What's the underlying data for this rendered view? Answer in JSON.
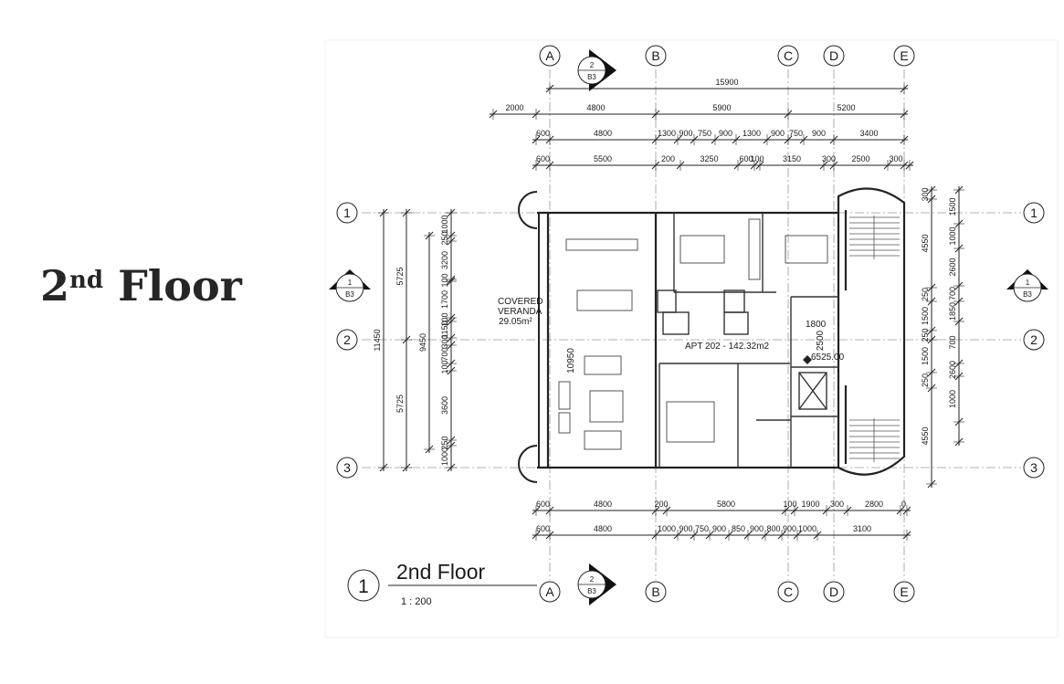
{
  "heading": {
    "number": "2",
    "suffix": "nd",
    "word": "Floor"
  },
  "grid": {
    "cols": [
      "A",
      "B",
      "C",
      "D",
      "E"
    ],
    "rows": [
      "1",
      "2",
      "3"
    ]
  },
  "section_marker": {
    "number": "2",
    "sheet": "B3"
  },
  "side_marker": {
    "number": "1",
    "sheet": "B3"
  },
  "top_dims": {
    "overall": "15900",
    "row1": [
      "2000",
      "4800",
      "5900",
      "5200"
    ],
    "row2": [
      "600",
      "4800",
      "1300",
      "900",
      "750",
      "900",
      "1300",
      "900",
      "750",
      "900",
      "3400"
    ],
    "row3": [
      "600",
      "5500",
      "200",
      "3250",
      "600",
      "100",
      "3150",
      "300",
      "2500",
      "300"
    ]
  },
  "bottom_dims": {
    "row1": [
      "600",
      "4800",
      "200",
      "5800",
      "100",
      "1900",
      "300",
      "2800",
      "0"
    ],
    "row2": [
      "600",
      "4800",
      "1000",
      "900",
      "750",
      "900",
      "850",
      "900",
      "800",
      "900",
      "1000",
      "3100"
    ]
  },
  "left_dims": {
    "overall": "11450",
    "halves": [
      "5725",
      "5725"
    ],
    "mid": "9450",
    "inner": [
      "1000",
      "250",
      "3200",
      "100",
      "1700",
      "100",
      "1150",
      "300",
      "700",
      "100",
      "3600",
      "250",
      "1000"
    ]
  },
  "right_dims": {
    "outer": [
      "1500",
      "1000",
      "2600",
      "700",
      "1850",
      "700",
      "2600",
      "1000"
    ],
    "inner": [
      "300",
      "4550",
      "250",
      "1500",
      "250",
      "1500",
      "250",
      "4550"
    ]
  },
  "labels": {
    "veranda_1": "COVERED",
    "veranda_2": "VERANDA",
    "veranda_area": "29.05m²",
    "depth": "10950",
    "apartment": "APT 202 - 142.32m2",
    "lift_width": "1800",
    "lift_depth": "2500",
    "level": "6525.00"
  },
  "title_block": {
    "number": "1",
    "title": "2nd Floor",
    "scale": "1 : 200"
  }
}
